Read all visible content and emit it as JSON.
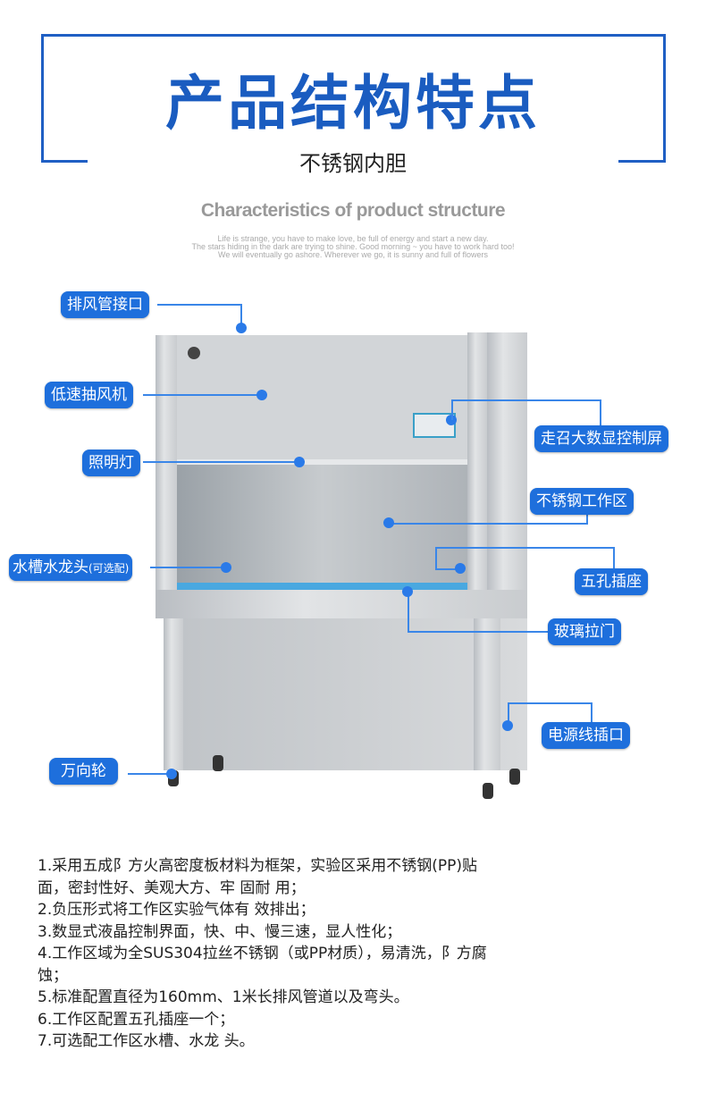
{
  "header": {
    "title": "产品结构特点",
    "subtitle": "不锈钢内胆",
    "english_title": "Characteristics of product structure",
    "tagline": [
      "Life is strange, you have to make love, be full of energy and start a new day.",
      "The stars hiding in the dark are trying to shine. Good morning ~ you have to work hard too!",
      "We will eventually go ashore. Wherever we go, it is sunny and full of flowers"
    ]
  },
  "labels": {
    "exhaust_port": "排风管接口",
    "fan": "低速抽风机",
    "light": "照明灯",
    "sink": "水槽水龙头",
    "sink_optional": "(可选配)",
    "caster": "万向轮",
    "control_screen": "走召大数显控制屏",
    "work_area": "不锈钢工作区",
    "socket": "五孔插座",
    "glass_door": "玻璃拉门",
    "power_port": "电源线插口"
  },
  "features": [
    "1.采用五成阝方火高密度板材料为框架，实验区采用不锈钢(PP)贴面，密封性好、美观大方、牢 固耐 用；",
    "2.负压形式将工作区实验气体有 效排出；",
    "3.数显式液晶控制界面，快、中、慢三速，显人性化；",
    "4.工作区域为全SUS304拉丝不锈钢（或PP材质），易清洗，阝方腐蚀；",
    "5.标准配置直径为160mm、1米长排风管道以及弯头。",
    "6.工作区配置五孔插座一个；",
    "7.可选配工作区水槽、水龙 头。"
  ],
  "colors": {
    "accent": "#1e6fdc",
    "title": "#1a5cc0"
  }
}
